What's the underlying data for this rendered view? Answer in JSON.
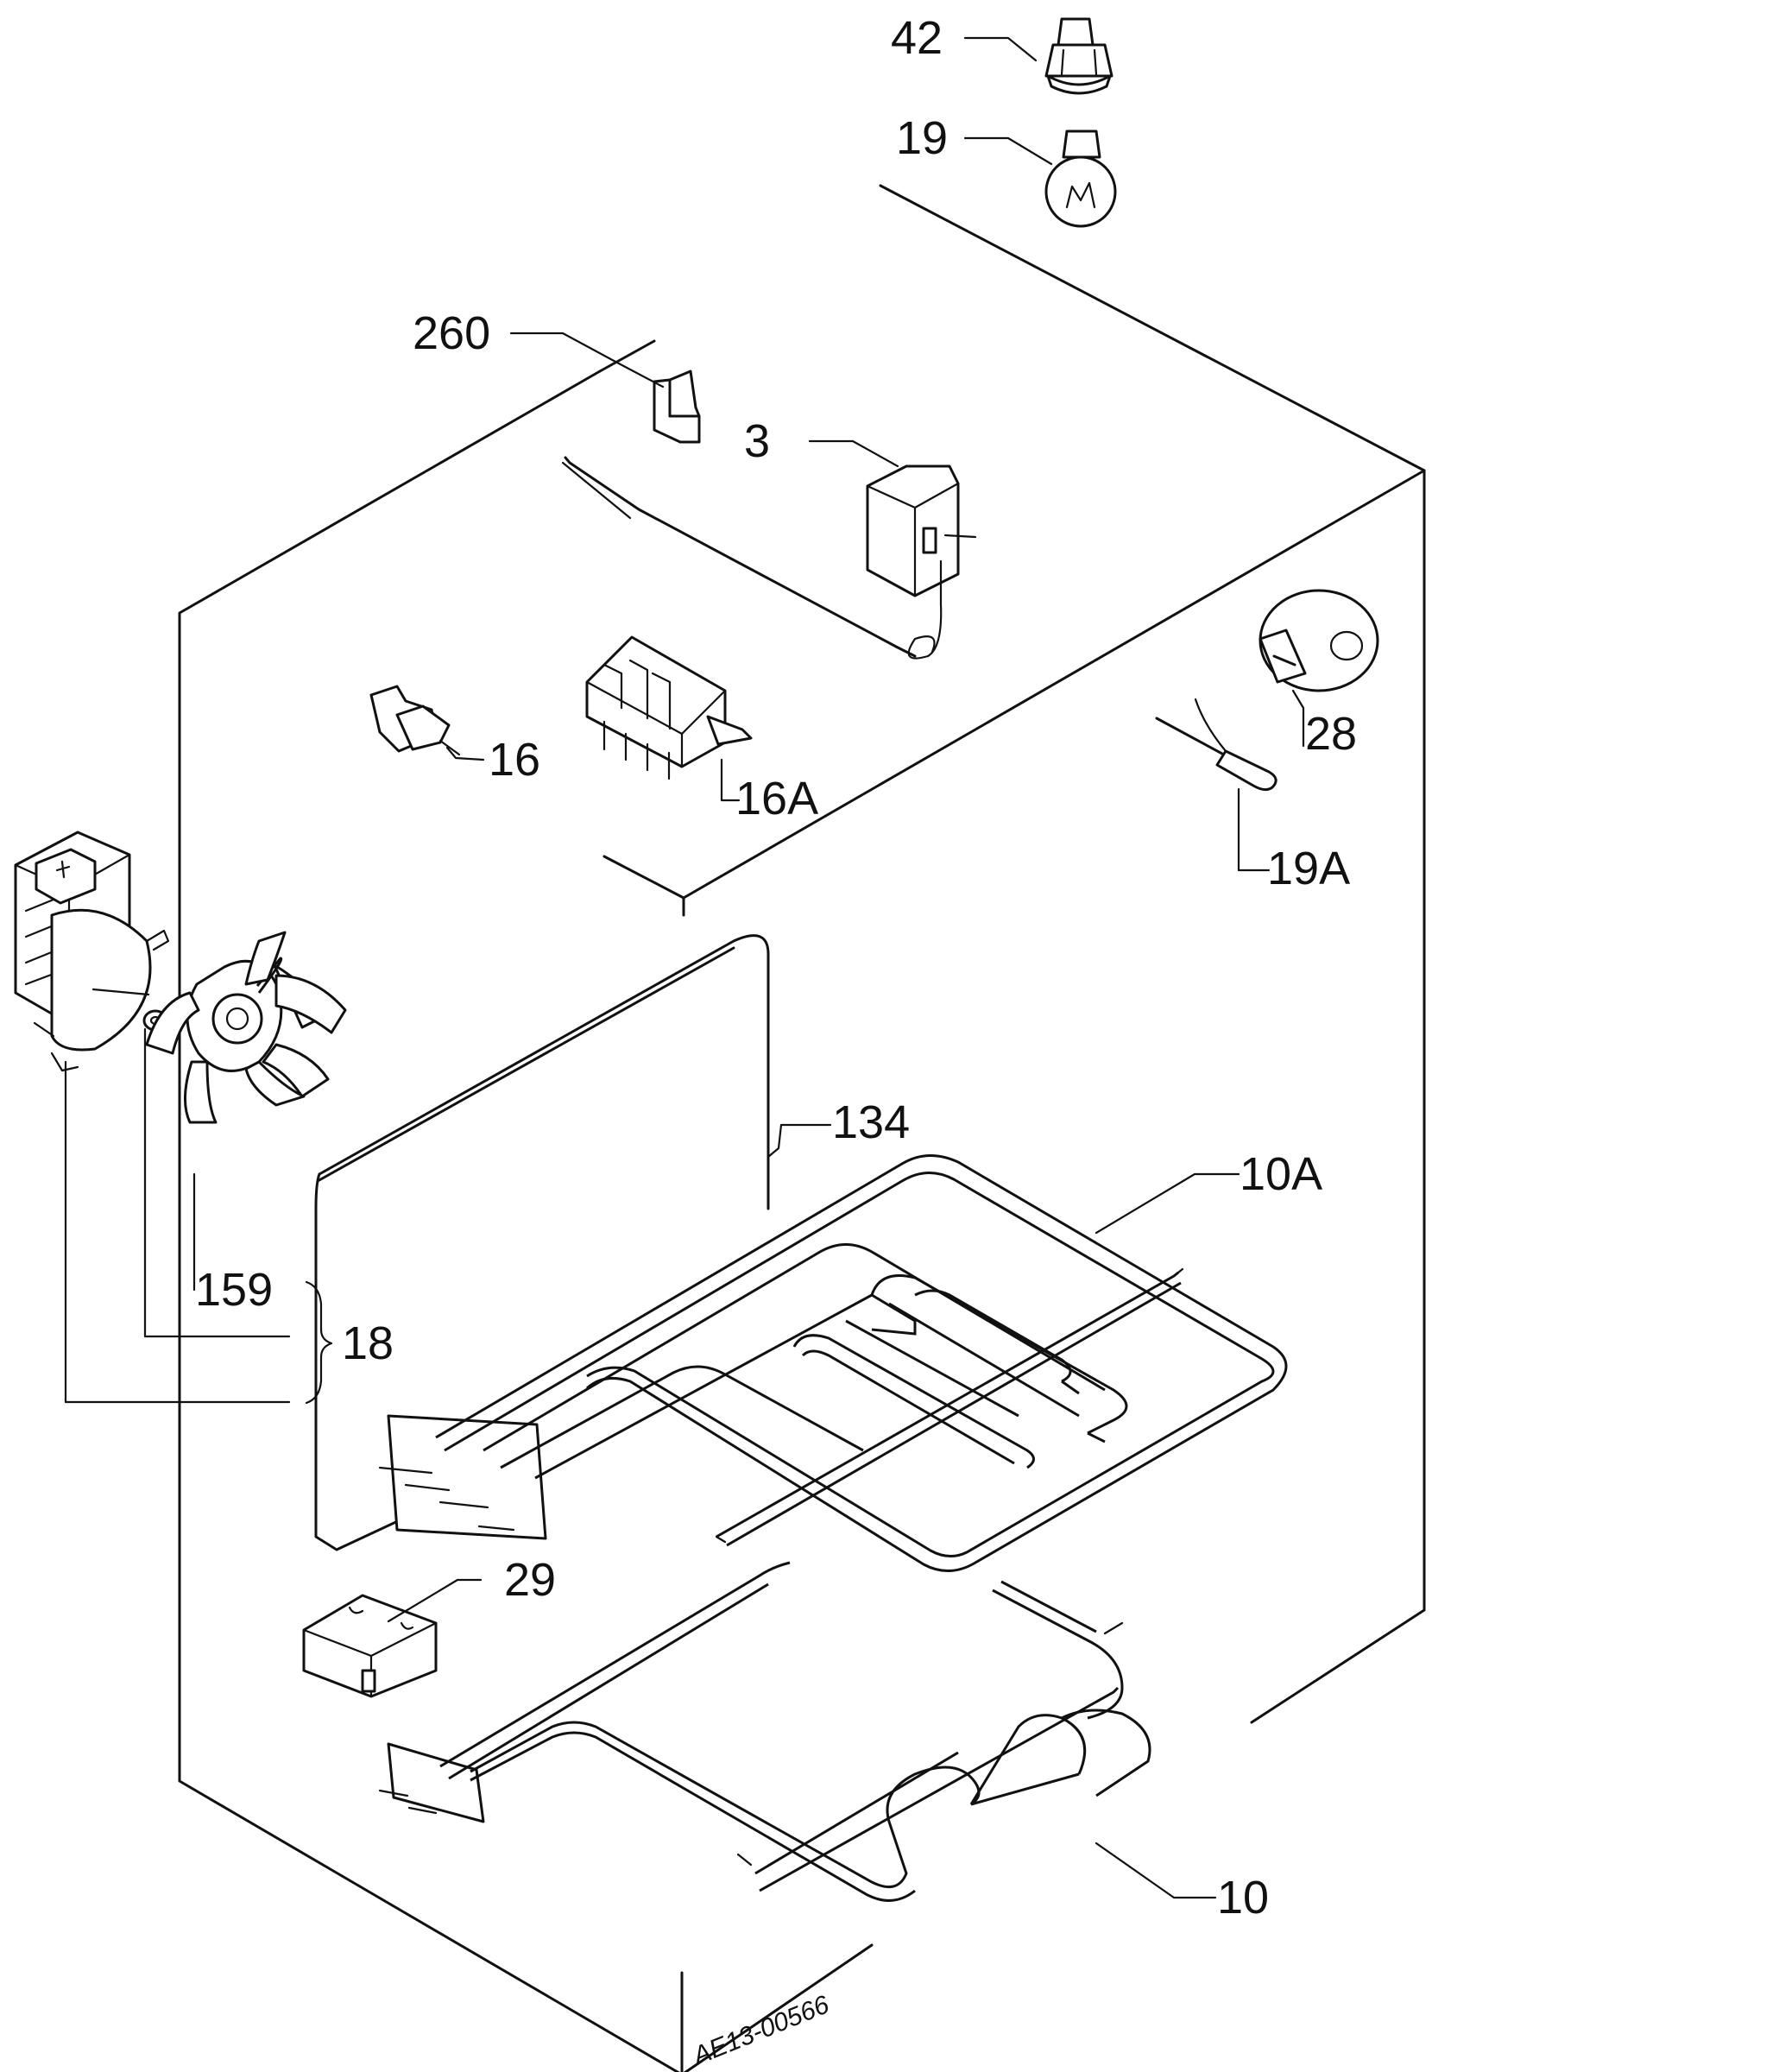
{
  "callouts": {
    "p42": "42",
    "p19": "19",
    "p260": "260",
    "p3": "3",
    "p16": "16",
    "p16a": "16A",
    "p28": "28",
    "p19a": "19A",
    "p134": "134",
    "p10a": "10A",
    "p159": "159",
    "p18": "18",
    "p29": "29",
    "p10": "10"
  },
  "drawing_code": "AE13-00566"
}
